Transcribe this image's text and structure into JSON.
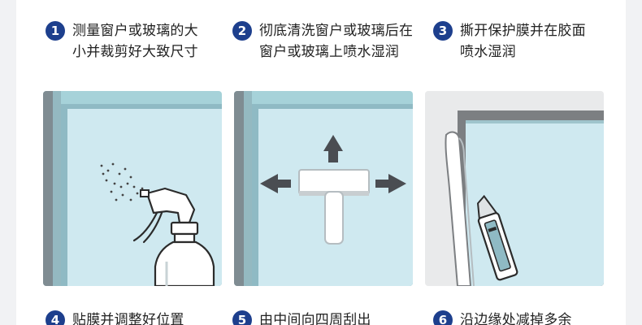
{
  "steps": [
    {
      "number": "1",
      "lines": [
        "测量窗户或玻璃的大",
        "小并裁剪好大致尺寸"
      ]
    },
    {
      "number": "2",
      "lines": [
        "彻底清洗窗户或玻璃后在",
        "窗户或玻璃上喷水湿润"
      ]
    },
    {
      "number": "3",
      "lines": [
        "撕开保护膜并在胶面",
        "喷水湿润"
      ]
    },
    {
      "number": "4",
      "lines": [
        "贴膜并调整好位置"
      ]
    },
    {
      "number": "5",
      "lines": [
        "由中间向四周刮出"
      ]
    },
    {
      "number": "6",
      "lines": [
        "沿边缘处减掉多余"
      ]
    }
  ],
  "illustrations": {
    "panel_1": "spray-bottle-on-glass",
    "panel_2": "squeegee-with-arrows",
    "panel_3": "peel-film-with-utility-knife"
  },
  "colors": {
    "badge": "#1d3f8d",
    "glass": "#cfe9f0",
    "glass_frame": "#8fbac4",
    "panel_bg": "#a6d2d9"
  }
}
